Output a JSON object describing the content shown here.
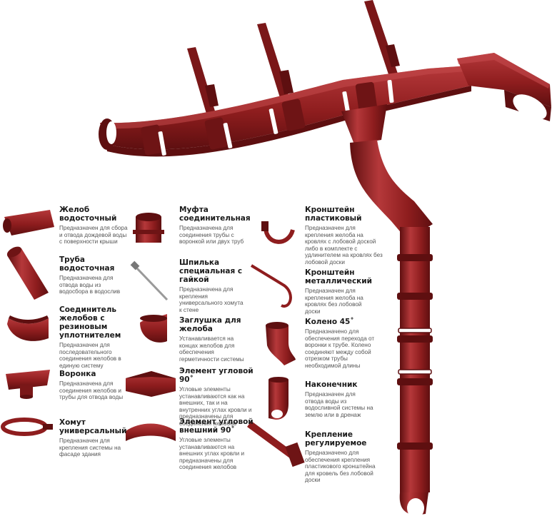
{
  "colors": {
    "main": "#8e1d1e",
    "dark": "#5e0f10",
    "light": "#b5383a",
    "highlight": "#d7686a"
  },
  "items": [
    {
      "id": "gutter",
      "icon": "gutter-icon",
      "title": "Желоб водосточный",
      "desc": "Предназначен для сбора и отвода дождевой воды с поверхности крыши"
    },
    {
      "id": "pipe",
      "icon": "pipe-icon",
      "title": "Труба водосточная",
      "desc": "Предназначена для отвода воды из водосбора в водослив"
    },
    {
      "id": "connector",
      "icon": "gutter-connector-icon",
      "title": "Соединитель желобов с резиновым уплотнителем",
      "desc": "Предназначен для последовательного соединения желобов в единую систему"
    },
    {
      "id": "funnel",
      "icon": "funnel-icon",
      "title": "Воронка",
      "desc": "Предназначена для соединения желобов и трубы для отвода воды"
    },
    {
      "id": "clamp",
      "icon": "pipe-clamp-icon",
      "title": "Хомут универсальный",
      "desc": "Предназначен для крепления системы на фасаде здания"
    },
    {
      "id": "coupling",
      "icon": "pipe-coupling-icon",
      "title": "Муфта соединительная",
      "desc": "Предназначена для соединения трубы с воронкой или двух труб"
    },
    {
      "id": "pin",
      "icon": "threaded-pin-icon",
      "title": "Шпилька специальная с гайкой",
      "desc": "Предназначена для крепления универсального хомута к стене"
    },
    {
      "id": "endcap",
      "icon": "end-cap-icon",
      "title": "Заглушка для желоба",
      "desc": "Устанавливается на концах желобов для обеспечения герметичности системы"
    },
    {
      "id": "corner",
      "icon": "inner-corner-icon",
      "title": "Элемент угловой 90˚",
      "desc": "Угловые элементы устанавливаются как на внешних, так и на внутренних углах кровли и предназначены для соединения желобов"
    },
    {
      "id": "corner-ext",
      "icon": "outer-corner-icon",
      "title": "Элемент угловой внешний 90˚",
      "desc": "Угловые элементы устанавливаются на внешних углах кровли и предназначены для соединения желобов"
    },
    {
      "id": "bracket-plastic",
      "icon": "plastic-bracket-icon",
      "title": "Кронштейн пластиковый",
      "desc": "Предназначен для крепления желоба на кровлях с лобовой доской либо в комплекте с удлинителем на кровлях без лобовой доски"
    },
    {
      "id": "bracket-metal",
      "icon": "metal-bracket-icon",
      "title": "Кронштейн металлический",
      "desc": "Предназначен для крепления желоба на кровлях без лобовой доски"
    },
    {
      "id": "elbow",
      "icon": "elbow-45-icon",
      "title": "Колено 45˚",
      "desc": "Предназначено для обеспечения перехода от воронки к трубе. Колено соединяют между собой отрезком трубы необходимой длины"
    },
    {
      "id": "outlet",
      "icon": "outlet-icon",
      "title": "Наконечник",
      "desc": "Предназначен для отвода воды из водосливной системы на землю или в дренаж"
    },
    {
      "id": "adjustable",
      "icon": "adjustable-mount-icon",
      "title": "Крепление регулируемое",
      "desc": "Предназначено для обеспечения крепления пластикового кронштейна для кровель без лобовой доски"
    }
  ]
}
